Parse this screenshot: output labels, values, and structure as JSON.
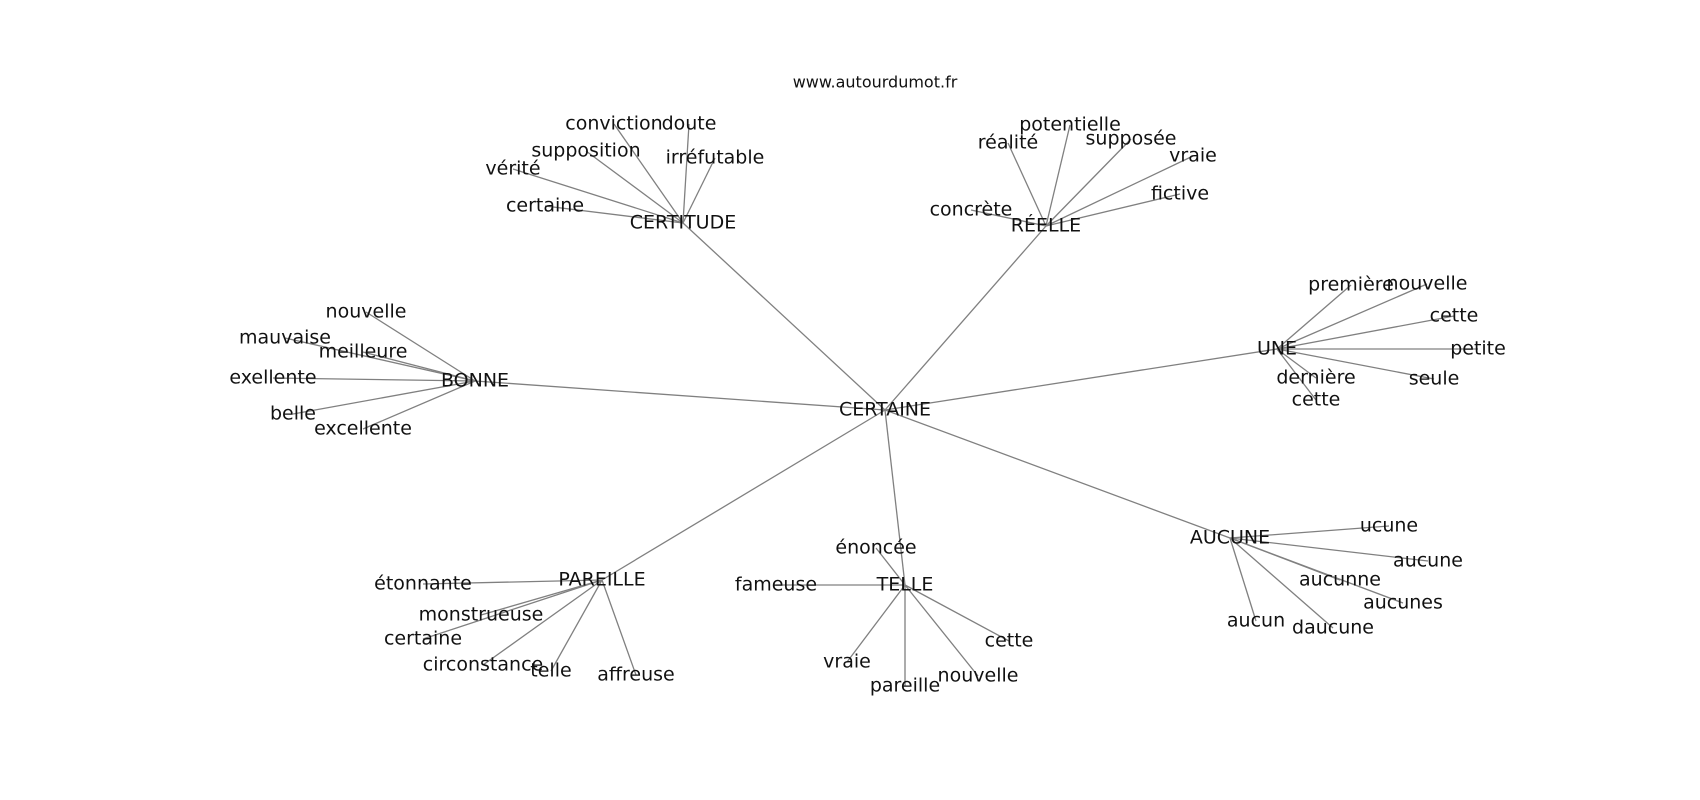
{
  "site": "www.autourdumot.fr",
  "center": "CERTAINE",
  "groups": [
    {
      "hub": "CERTITUDE",
      "words": [
        "conviction",
        "doute",
        "supposition",
        "irréfutable",
        "vérité",
        "certaine"
      ]
    },
    {
      "hub": "RÉELLE",
      "words": [
        "potentielle",
        "réalité",
        "supposée",
        "vraie",
        "fictive",
        "concrète"
      ]
    },
    {
      "hub": "BONNE",
      "words": [
        "nouvelle",
        "mauvaise",
        "meilleure",
        "exellente",
        "belle",
        "excellente"
      ]
    },
    {
      "hub": "UNE",
      "words": [
        "première",
        "nouvelle",
        "cette",
        "petite",
        "seule",
        "dernière",
        "cette"
      ]
    },
    {
      "hub": "PAREILLE",
      "words": [
        "étonnante",
        "monstrueuse",
        "certaine",
        "circonstance",
        "telle",
        "affreuse"
      ]
    },
    {
      "hub": "TELLE",
      "words": [
        "énoncée",
        "fameuse",
        "vraie",
        "pareille",
        "nouvelle",
        "cette"
      ]
    },
    {
      "hub": "AUCUNE",
      "words": [
        "ucune",
        "aucune",
        "aucunne",
        "aucunes",
        "aucun",
        "daucune"
      ]
    }
  ]
}
